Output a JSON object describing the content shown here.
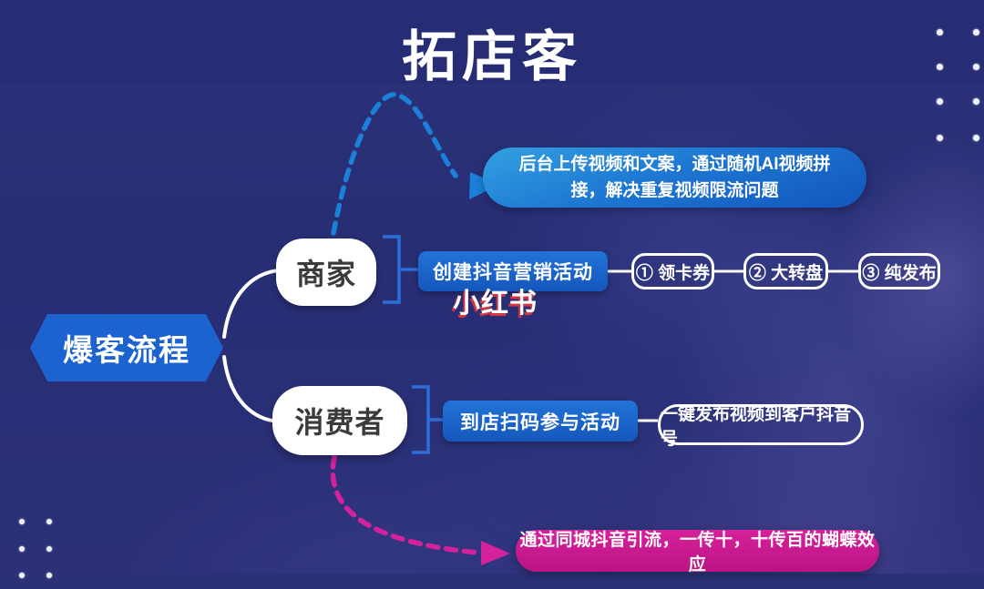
{
  "page": {
    "title": "拓店客"
  },
  "nodes": {
    "root": {
      "label": "爆客流程"
    },
    "merchant": {
      "label": "商家"
    },
    "consumer": {
      "label": "消费者"
    },
    "merchant_action": {
      "label": "创建抖音营销活动"
    },
    "consumer_action": {
      "label": "到店扫码参与活动"
    },
    "options": [
      {
        "label": "① 领卡券"
      },
      {
        "label": "② 大转盘"
      },
      {
        "label": "③ 纯发布"
      }
    ],
    "consumer_result": {
      "label": "一键发布视频到客户抖音号"
    }
  },
  "callouts": {
    "top": {
      "text": "后台上传视频和文案，通过随机AI视频拼接，解决重复视频限流问题",
      "color": "#1e78d2"
    },
    "bottom": {
      "text": "通过同城抖音引流，一传十，十传百的蝴蝶效应",
      "color": "#c9188f"
    }
  },
  "watermark": {
    "text": "小红书"
  },
  "colors": {
    "background": "#262d74",
    "node_blue": "#1d63d0",
    "arrow_blue": "#1b80d8",
    "arrow_magenta": "#d6219c",
    "pill_white": "#ffffff"
  }
}
